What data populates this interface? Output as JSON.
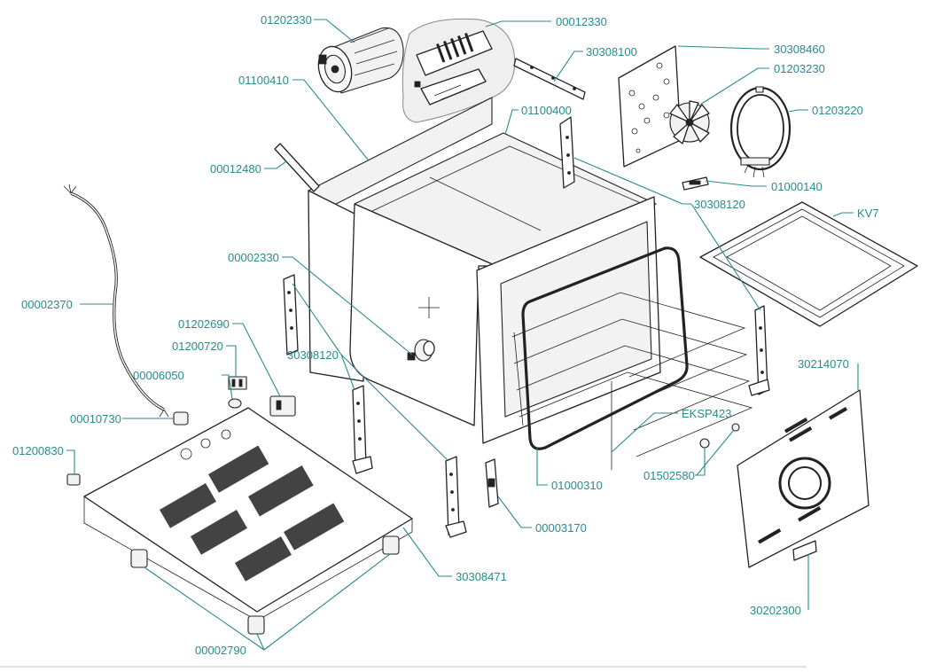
{
  "diagram": {
    "labels": [
      {
        "id": "p01202330",
        "text": "01202330"
      },
      {
        "id": "p00012330",
        "text": "00012330"
      },
      {
        "id": "p30308100",
        "text": "30308100"
      },
      {
        "id": "p30308460",
        "text": "30308460"
      },
      {
        "id": "p01203230",
        "text": "01203230"
      },
      {
        "id": "p01100410",
        "text": "01100410"
      },
      {
        "id": "p01100400",
        "text": "01100400"
      },
      {
        "id": "p01203220",
        "text": "01203220"
      },
      {
        "id": "p00012480",
        "text": "00012480"
      },
      {
        "id": "p01000140",
        "text": "01000140"
      },
      {
        "id": "p30308120a",
        "text": "30308120"
      },
      {
        "id": "pKV7",
        "text": "KV7"
      },
      {
        "id": "p00002330",
        "text": "00002330"
      },
      {
        "id": "p00002370",
        "text": "00002370"
      },
      {
        "id": "p01202690",
        "text": "01202690"
      },
      {
        "id": "p01200720",
        "text": "01200720"
      },
      {
        "id": "p30214070",
        "text": "30214070"
      },
      {
        "id": "p00006050",
        "text": "00006050"
      },
      {
        "id": "p30308120b",
        "text": "30308120"
      },
      {
        "id": "pEKSP423",
        "text": "EKSP423"
      },
      {
        "id": "p00010730",
        "text": "00010730"
      },
      {
        "id": "p01200830",
        "text": "01200830"
      },
      {
        "id": "p01000310",
        "text": "01000310"
      },
      {
        "id": "p01502580",
        "text": "01502580"
      },
      {
        "id": "p00003170",
        "text": "00003170"
      },
      {
        "id": "p30308471",
        "text": "30308471"
      },
      {
        "id": "p30202300",
        "text": "30202300"
      },
      {
        "id": "p00002790",
        "text": "00002790"
      }
    ]
  }
}
